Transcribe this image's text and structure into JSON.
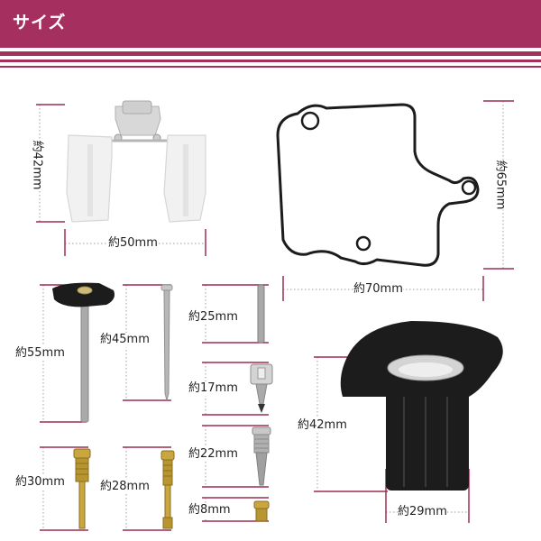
{
  "header": {
    "title": "サイズ"
  },
  "colors": {
    "header": "#a5305f",
    "dimension_line": "#9c2f4e",
    "part_dark": "#1c1c1c",
    "part_metal": "#a9a9a9",
    "part_brass": "#b8952e"
  },
  "dimensions": {
    "float_height": "約42mm",
    "float_width": "約50mm",
    "gasket_height": "約65mm",
    "gasket_width": "約70mm",
    "diaphragm_needle": "約55mm",
    "jet_needle": "約45mm",
    "float_pin": "約25mm",
    "float_valve": "約17mm",
    "pilot_screw": "約22mm",
    "main_jet": "約8mm",
    "needle_jet": "約30mm",
    "slow_jet": "約28mm",
    "piston_height": "約42mm",
    "piston_width": "約29mm"
  }
}
